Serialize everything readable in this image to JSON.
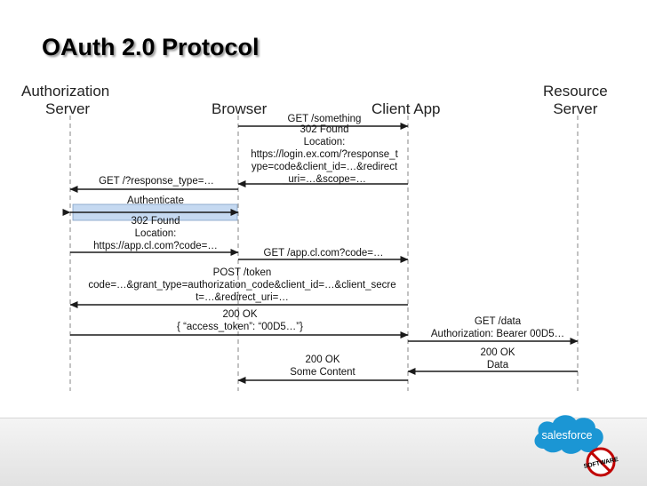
{
  "title": "OAuth 2.0 Protocol",
  "actors": {
    "auth_server": [
      "Authorization",
      "Server"
    ],
    "browser": [
      "Browser"
    ],
    "client_app": [
      "Client App"
    ],
    "resource_server": [
      "Resource",
      "Server"
    ]
  },
  "messages": {
    "get_something": [
      "GET /something"
    ],
    "found_1": [
      "302 Found",
      "Location:",
      "https://login.ex.com/?response_t",
      "ype=code&client_id=…&redirect",
      "_uri=…&scope=…"
    ],
    "get_response_type": [
      "GET /?response_type=…"
    ],
    "authenticate": [
      "Authenticate"
    ],
    "found_2": [
      "302 Found",
      "Location:",
      "https://app.cl.com?code=…"
    ],
    "get_app_code": [
      "GET /app.cl.com?code=…"
    ],
    "post_token": [
      "POST /token",
      "code=…&grant_type=authorization_code&client_id=…&client_secre",
      "t=…&redirect_uri=…"
    ],
    "ok_token": [
      "200 OK",
      "{ “access_token”: “00D5…”}"
    ],
    "get_data": [
      "GET /data",
      "Authorization: Bearer 00D5…"
    ],
    "ok_data": [
      "200 OK",
      "Data"
    ],
    "ok_content": [
      "200 OK",
      "Some Content"
    ]
  },
  "logo": {
    "text": "salesforce"
  },
  "badge": {
    "text": "SOFTWARE"
  },
  "colors": {
    "arrow": "#1a1a1a",
    "lifeline": "#9a9a9a",
    "authenticate_fill": "#c5d9f1",
    "logo_cloud": "#1b96d4",
    "badge_red": "#c00000"
  }
}
